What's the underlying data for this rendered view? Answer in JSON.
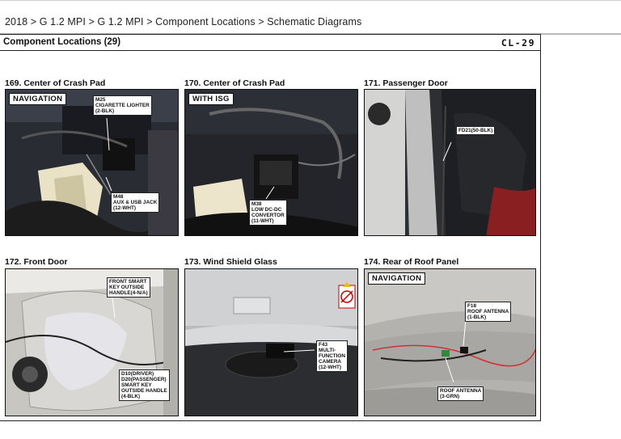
{
  "breadcrumb": {
    "text": "2018 > G 1.2 MPI > G 1.2 MPI > Component Locations > Schematic Diagrams"
  },
  "sheet": {
    "title": "Component Locations (29)",
    "code": "CL-29"
  },
  "panels": [
    {
      "caption": "169. Center of Crash Pad",
      "tag": "NAVIGATION",
      "callouts": [
        "M25\nCIGARETTE LIGHTER\n(2-BLK)",
        "M48\nAUX & USB JACK\n(12-WHT)"
      ]
    },
    {
      "caption": "170. Center of Crash Pad",
      "tag": "WITH ISG",
      "callouts": [
        "M38\nLOW DC-DC\nCONVERTOR\n(11-WHT)"
      ]
    },
    {
      "caption": "171. Passenger Door",
      "tag": "",
      "callouts": [
        "FD21(50-BLK)"
      ]
    },
    {
      "caption": "172. Front Door",
      "tag": "",
      "callouts": [
        "FRONT SMART\nKEY OUTSIDE\nHANDLE(4-N/A)",
        "D10(DRIVER)\nD20(PASSENGER)\nSMART KEY\nOUTSIDE HANDLE\n(4-BLK)"
      ]
    },
    {
      "caption": "173. Wind Shield Glass",
      "tag": "",
      "callouts": [
        "F43\nMULTI-\nFUNCTION\nCAMERA\n(12-WHT)"
      ]
    },
    {
      "caption": "174. Rear of Roof Panel",
      "tag": "NAVIGATION",
      "callouts": [
        "F18\nROOF ANTENNA\n(1-BLK)",
        "ROOF ANTENNA\n(3-GRN)"
      ]
    }
  ]
}
